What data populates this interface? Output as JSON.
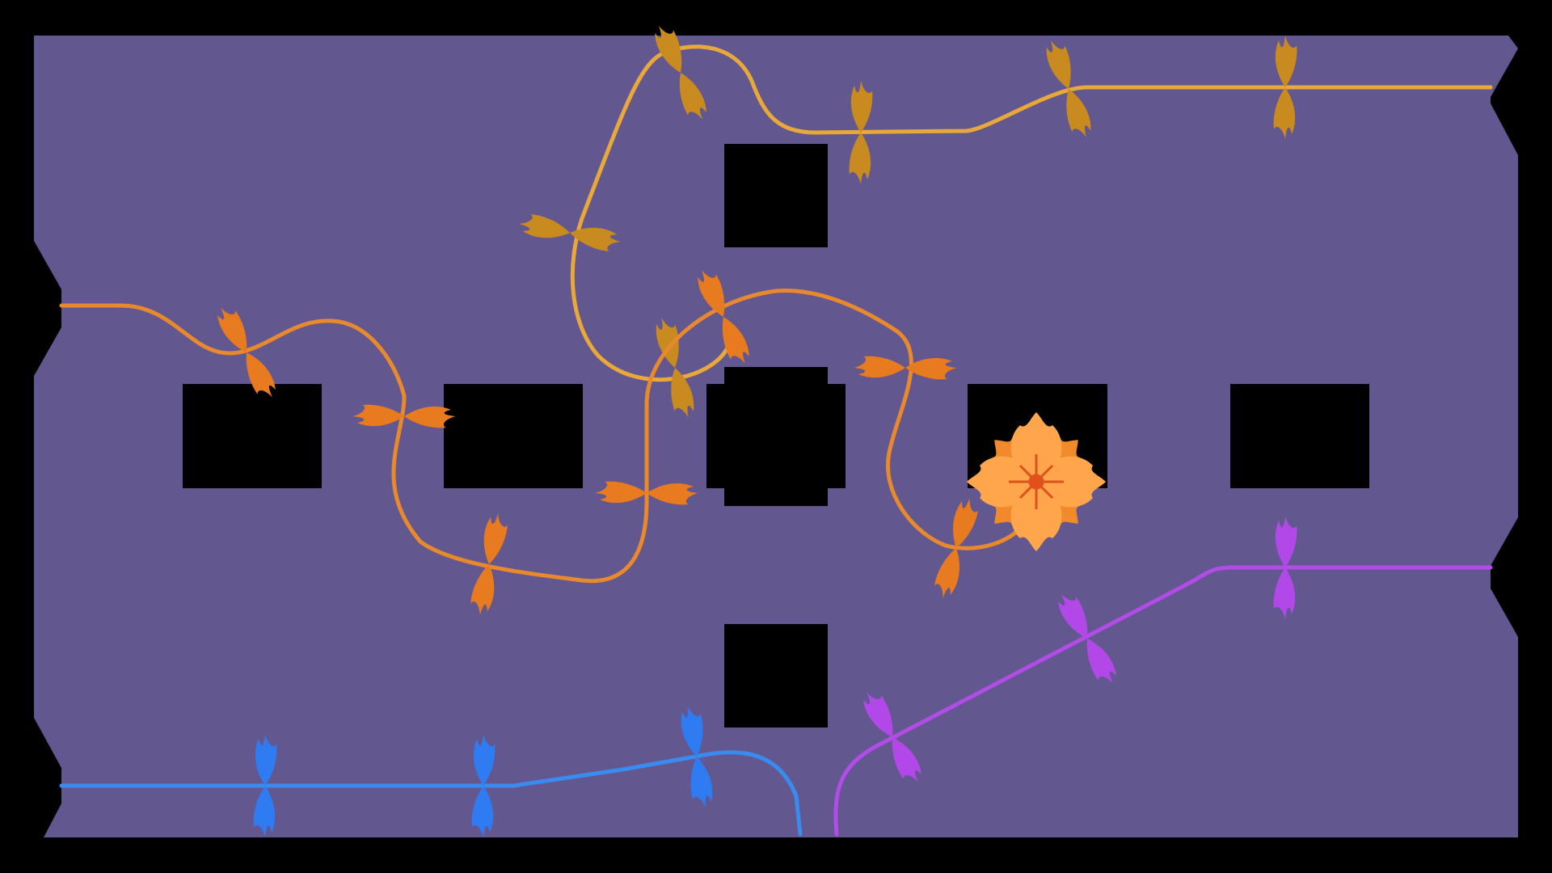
{
  "game": {
    "colors": {
      "background": "#000000",
      "board": "#62578f",
      "obstacle": "#000000",
      "vine_gold": "#e8a93a",
      "leaf_gold": "#c98a1f",
      "vine_orange": "#e8892e",
      "leaf_orange": "#e87a1f",
      "vine_blue": "#3a8bf0",
      "leaf_blue": "#2f7cf2",
      "vine_purple": "#b24ce6",
      "leaf_purple": "#b348e8",
      "flower_petal": "#ffa64d",
      "flower_outer": "#f08a2a",
      "flower_center": "#e0501a"
    },
    "vines": [
      {
        "name": "gold-vine",
        "color_key": "vine_gold",
        "leaf_key": "leaf_gold"
      },
      {
        "name": "orange-vine-left",
        "color_key": "vine_orange",
        "leaf_key": "leaf_orange"
      },
      {
        "name": "orange-vine-right",
        "color_key": "vine_orange",
        "leaf_key": "leaf_orange"
      },
      {
        "name": "blue-vine",
        "color_key": "vine_blue",
        "leaf_key": "leaf_blue"
      },
      {
        "name": "purple-vine",
        "color_key": "vine_purple",
        "leaf_key": "leaf_purple"
      }
    ],
    "flower": {
      "name": "orange-flower",
      "interactive": true
    }
  }
}
